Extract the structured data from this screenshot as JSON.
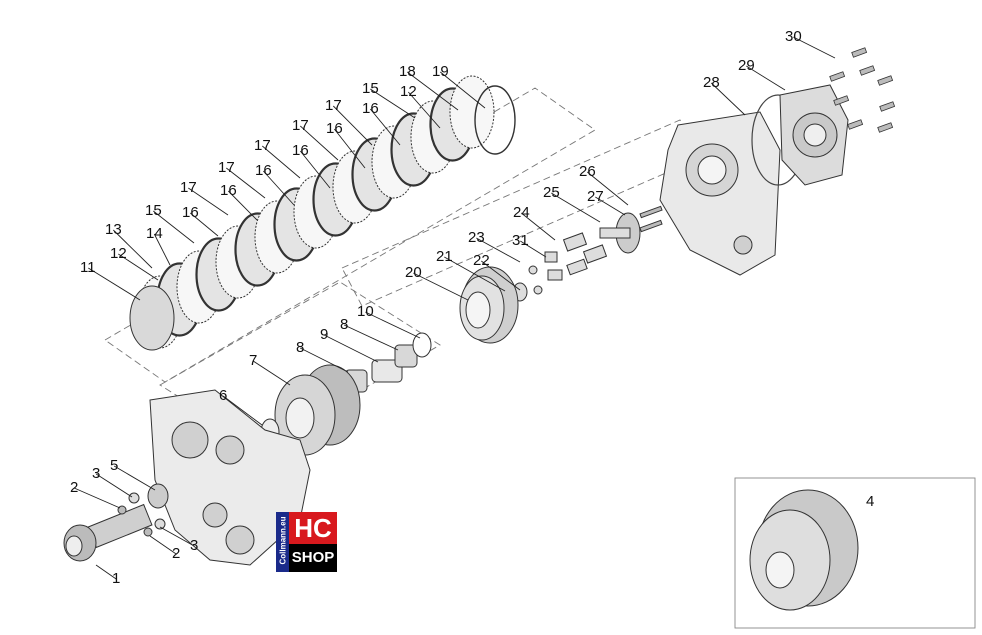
{
  "callouts": [
    {
      "id": "c1",
      "text": "1"
    },
    {
      "id": "c2a",
      "text": "2"
    },
    {
      "id": "c2b",
      "text": "2"
    },
    {
      "id": "c3a",
      "text": "3"
    },
    {
      "id": "c3b",
      "text": "3"
    },
    {
      "id": "c4",
      "text": "4"
    },
    {
      "id": "c5",
      "text": "5"
    },
    {
      "id": "c6",
      "text": "6"
    },
    {
      "id": "c7",
      "text": "7"
    },
    {
      "id": "c8a",
      "text": "8"
    },
    {
      "id": "c8b",
      "text": "8"
    },
    {
      "id": "c9",
      "text": "9"
    },
    {
      "id": "c10",
      "text": "10"
    },
    {
      "id": "c11",
      "text": "11"
    },
    {
      "id": "c12a",
      "text": "12"
    },
    {
      "id": "c12b",
      "text": "12"
    },
    {
      "id": "c13",
      "text": "13"
    },
    {
      "id": "c14",
      "text": "14"
    },
    {
      "id": "c15a",
      "text": "15"
    },
    {
      "id": "c15b",
      "text": "15"
    },
    {
      "id": "c16a",
      "text": "16"
    },
    {
      "id": "c16b",
      "text": "16"
    },
    {
      "id": "c16c",
      "text": "16"
    },
    {
      "id": "c16d",
      "text": "16"
    },
    {
      "id": "c16e",
      "text": "16"
    },
    {
      "id": "c16f",
      "text": "16"
    },
    {
      "id": "c17a",
      "text": "17"
    },
    {
      "id": "c17b",
      "text": "17"
    },
    {
      "id": "c17c",
      "text": "17"
    },
    {
      "id": "c17d",
      "text": "17"
    },
    {
      "id": "c17e",
      "text": "17"
    },
    {
      "id": "c18",
      "text": "18"
    },
    {
      "id": "c19",
      "text": "19"
    },
    {
      "id": "c20",
      "text": "20"
    },
    {
      "id": "c21",
      "text": "21"
    },
    {
      "id": "c22",
      "text": "22"
    },
    {
      "id": "c23",
      "text": "23"
    },
    {
      "id": "c24",
      "text": "24"
    },
    {
      "id": "c25",
      "text": "25"
    },
    {
      "id": "c26",
      "text": "26"
    },
    {
      "id": "c27",
      "text": "27"
    },
    {
      "id": "c28",
      "text": "28"
    },
    {
      "id": "c29",
      "text": "29"
    },
    {
      "id": "c30",
      "text": "30"
    },
    {
      "id": "c31",
      "text": "31"
    }
  ],
  "watermark": {
    "side_text": "Collmann.eu",
    "main_text": "HC",
    "sub_text": "SHOP",
    "colors": {
      "red": "#d8191e",
      "blue": "#1a2a8a",
      "black": "#000000"
    }
  }
}
